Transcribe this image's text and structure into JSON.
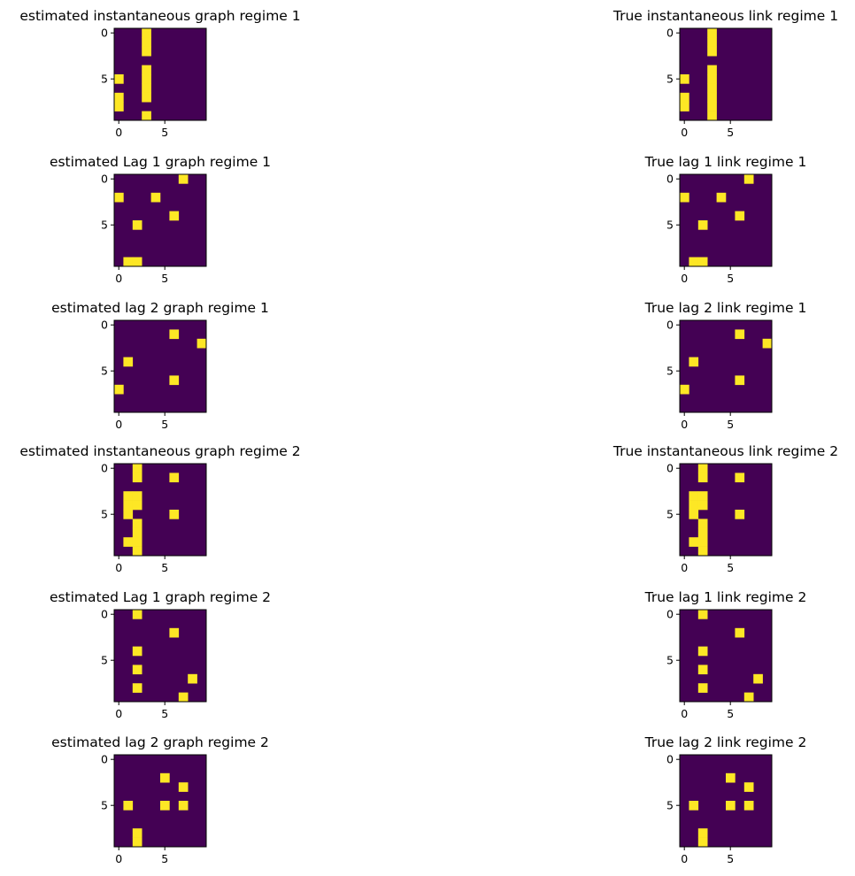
{
  "figure": {
    "colors": {
      "off": "#440154",
      "on": "#fde725"
    }
  },
  "chart_data": [
    {
      "type": "heatmap",
      "title": "estimated instantaneous graph regime 1",
      "xticks": [
        "0",
        "5"
      ],
      "yticks": [
        "0",
        "5"
      ],
      "shape": [
        10,
        10
      ],
      "on_cells": [
        [
          0,
          3
        ],
        [
          1,
          3
        ],
        [
          2,
          3
        ],
        [
          4,
          3
        ],
        [
          5,
          0
        ],
        [
          5,
          3
        ],
        [
          6,
          3
        ],
        [
          7,
          0
        ],
        [
          7,
          3
        ],
        [
          8,
          0
        ],
        [
          9,
          3
        ]
      ]
    },
    {
      "type": "heatmap",
      "title": "True instantaneous link regime 1",
      "xticks": [
        "0",
        "5"
      ],
      "yticks": [
        "0",
        "5"
      ],
      "shape": [
        10,
        10
      ],
      "on_cells": [
        [
          0,
          3
        ],
        [
          1,
          3
        ],
        [
          2,
          3
        ],
        [
          4,
          3
        ],
        [
          5,
          0
        ],
        [
          5,
          3
        ],
        [
          6,
          3
        ],
        [
          7,
          0
        ],
        [
          7,
          3
        ],
        [
          8,
          0
        ],
        [
          8,
          3
        ],
        [
          9,
          3
        ]
      ]
    },
    {
      "type": "heatmap",
      "title": "estimated Lag 1 graph regime 1",
      "xticks": [
        "0",
        "5"
      ],
      "yticks": [
        "0",
        "5"
      ],
      "shape": [
        10,
        10
      ],
      "on_cells": [
        [
          0,
          7
        ],
        [
          2,
          0
        ],
        [
          2,
          4
        ],
        [
          4,
          6
        ],
        [
          5,
          2
        ],
        [
          9,
          1
        ],
        [
          9,
          2
        ]
      ]
    },
    {
      "type": "heatmap",
      "title": "True lag 1 link regime 1",
      "xticks": [
        "0",
        "5"
      ],
      "yticks": [
        "0",
        "5"
      ],
      "shape": [
        10,
        10
      ],
      "on_cells": [
        [
          0,
          7
        ],
        [
          2,
          0
        ],
        [
          2,
          4
        ],
        [
          4,
          6
        ],
        [
          5,
          2
        ],
        [
          9,
          1
        ],
        [
          9,
          2
        ]
      ]
    },
    {
      "type": "heatmap",
      "title": "estimated lag 2 graph regime 1",
      "xticks": [
        "0",
        "5"
      ],
      "yticks": [
        "0",
        "5"
      ],
      "shape": [
        10,
        10
      ],
      "on_cells": [
        [
          1,
          6
        ],
        [
          2,
          9
        ],
        [
          4,
          1
        ],
        [
          6,
          6
        ],
        [
          7,
          0
        ]
      ]
    },
    {
      "type": "heatmap",
      "title": "True lag 2 link regime 1",
      "xticks": [
        "0",
        "5"
      ],
      "yticks": [
        "0",
        "5"
      ],
      "shape": [
        10,
        10
      ],
      "on_cells": [
        [
          1,
          6
        ],
        [
          2,
          9
        ],
        [
          4,
          1
        ],
        [
          6,
          6
        ],
        [
          7,
          0
        ]
      ]
    },
    {
      "type": "heatmap",
      "title": "estimated instantaneous graph regime 2",
      "xticks": [
        "0",
        "5"
      ],
      "yticks": [
        "0",
        "5"
      ],
      "shape": [
        10,
        10
      ],
      "on_cells": [
        [
          0,
          2
        ],
        [
          1,
          2
        ],
        [
          1,
          6
        ],
        [
          3,
          1
        ],
        [
          3,
          2
        ],
        [
          4,
          1
        ],
        [
          4,
          2
        ],
        [
          5,
          1
        ],
        [
          5,
          6
        ],
        [
          6,
          2
        ],
        [
          7,
          2
        ],
        [
          8,
          1
        ],
        [
          8,
          2
        ],
        [
          9,
          2
        ]
      ]
    },
    {
      "type": "heatmap",
      "title": "True instantaneous link regime 2",
      "xticks": [
        "0",
        "5"
      ],
      "yticks": [
        "0",
        "5"
      ],
      "shape": [
        10,
        10
      ],
      "on_cells": [
        [
          0,
          2
        ],
        [
          1,
          2
        ],
        [
          1,
          6
        ],
        [
          3,
          1
        ],
        [
          3,
          2
        ],
        [
          4,
          1
        ],
        [
          4,
          2
        ],
        [
          5,
          1
        ],
        [
          5,
          6
        ],
        [
          6,
          2
        ],
        [
          7,
          2
        ],
        [
          8,
          1
        ],
        [
          8,
          2
        ],
        [
          9,
          2
        ]
      ]
    },
    {
      "type": "heatmap",
      "title": "estimated Lag 1 graph regime 2",
      "xticks": [
        "0",
        "5"
      ],
      "yticks": [
        "0",
        "5"
      ],
      "shape": [
        10,
        10
      ],
      "on_cells": [
        [
          0,
          2
        ],
        [
          2,
          6
        ],
        [
          4,
          2
        ],
        [
          6,
          2
        ],
        [
          7,
          8
        ],
        [
          8,
          2
        ],
        [
          9,
          7
        ]
      ]
    },
    {
      "type": "heatmap",
      "title": "True lag 1 link regime 2",
      "xticks": [
        "0",
        "5"
      ],
      "yticks": [
        "0",
        "5"
      ],
      "shape": [
        10,
        10
      ],
      "on_cells": [
        [
          0,
          2
        ],
        [
          2,
          6
        ],
        [
          4,
          2
        ],
        [
          6,
          2
        ],
        [
          7,
          8
        ],
        [
          8,
          2
        ],
        [
          9,
          7
        ]
      ]
    },
    {
      "type": "heatmap",
      "title": "estimated lag 2 graph regime 2",
      "xticks": [
        "0",
        "5"
      ],
      "yticks": [
        "0",
        "5"
      ],
      "shape": [
        10,
        10
      ],
      "on_cells": [
        [
          2,
          5
        ],
        [
          3,
          7
        ],
        [
          5,
          1
        ],
        [
          5,
          5
        ],
        [
          5,
          7
        ],
        [
          8,
          2
        ],
        [
          9,
          2
        ]
      ]
    },
    {
      "type": "heatmap",
      "title": "True lag 2 link regime 2",
      "xticks": [
        "0",
        "5"
      ],
      "yticks": [
        "0",
        "5"
      ],
      "shape": [
        10,
        10
      ],
      "on_cells": [
        [
          2,
          5
        ],
        [
          3,
          7
        ],
        [
          5,
          1
        ],
        [
          5,
          5
        ],
        [
          5,
          7
        ],
        [
          8,
          2
        ],
        [
          9,
          2
        ]
      ]
    }
  ]
}
